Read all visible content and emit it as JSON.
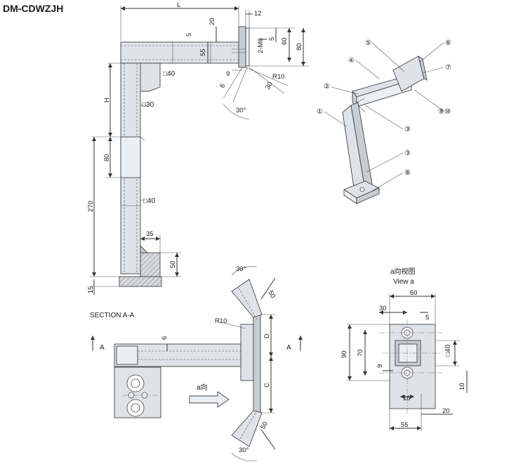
{
  "title": "DM-CDWZJH",
  "front": {
    "L": "L",
    "d12": "12",
    "d20": "20",
    "d5": "5",
    "m8": "2-M8",
    "d5b": "5",
    "d60": "60",
    "d80": "80",
    "d55": "55",
    "d9": "9",
    "r10": "R10",
    "d30": "30",
    "d6": "6",
    "ang": "30°",
    "sq40a": "□40",
    "H": "H",
    "sq30": "□30",
    "d80v": "80",
    "d270": "270",
    "sq40b": "□40",
    "d35": "35",
    "d50": "50",
    "d15": "15"
  },
  "iso": {
    "c1": "①",
    "c2": "②",
    "c3a": "③",
    "c3b": "③",
    "c4": "④",
    "c5": "⑤",
    "c6": "⑥",
    "c7": "⑦",
    "c8": "⑧",
    "c910": "⑨⑩"
  },
  "section": {
    "label": "SECTION A-A",
    "ang1": "30°",
    "d50a": "50",
    "r10": "R10",
    "d6": "6",
    "A1": "A",
    "A2": "A",
    "D": "D",
    "C": "C",
    "arrow": "a向",
    "d50b": "50",
    "ang2": "30°"
  },
  "view": {
    "title_cn": "a向视图",
    "title_en": "View a",
    "d60": "60",
    "d30": "30",
    "d5": "5",
    "d90": "90",
    "d70": "70",
    "sq40": "□40",
    "d9": "9",
    "d10": "10",
    "d16": "16",
    "d20": "20",
    "d55": "55"
  }
}
